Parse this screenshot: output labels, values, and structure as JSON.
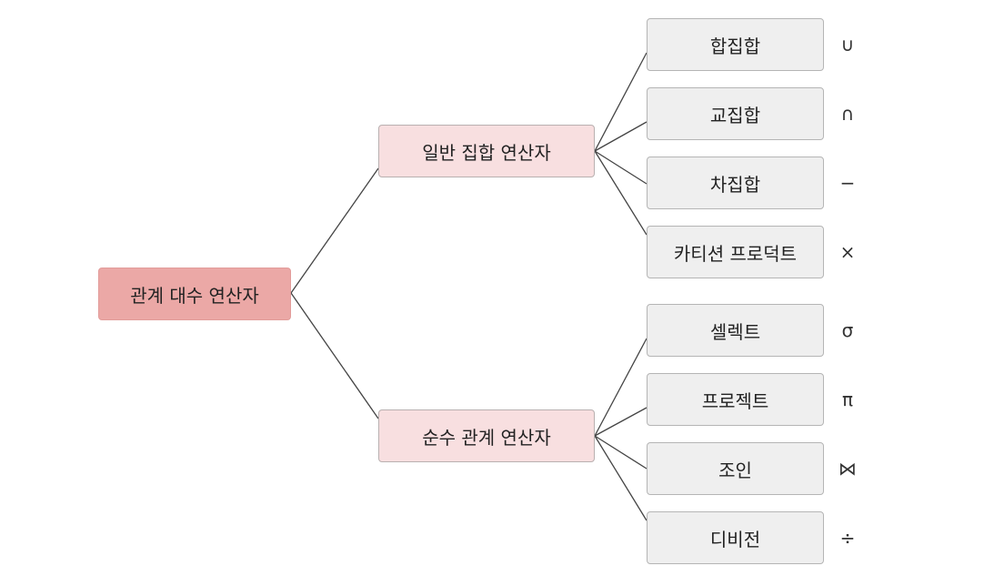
{
  "root": {
    "label": "관계 대수 연산자"
  },
  "groups": [
    {
      "label": "일반 집합 연산자",
      "items": [
        {
          "label": "합집합",
          "symbol": "∪"
        },
        {
          "label": "교집합",
          "symbol": "∩"
        },
        {
          "label": "차집합",
          "symbol": "−"
        },
        {
          "label": "카티션 프로덕트",
          "symbol": "×"
        }
      ]
    },
    {
      "label": "순수 관계 연산자",
      "items": [
        {
          "label": "셀렉트",
          "symbol": "σ"
        },
        {
          "label": "프로젝트",
          "symbol": "π"
        },
        {
          "label": "조인",
          "symbol": "⋈"
        },
        {
          "label": "디비전",
          "symbol": "÷"
        }
      ]
    }
  ]
}
